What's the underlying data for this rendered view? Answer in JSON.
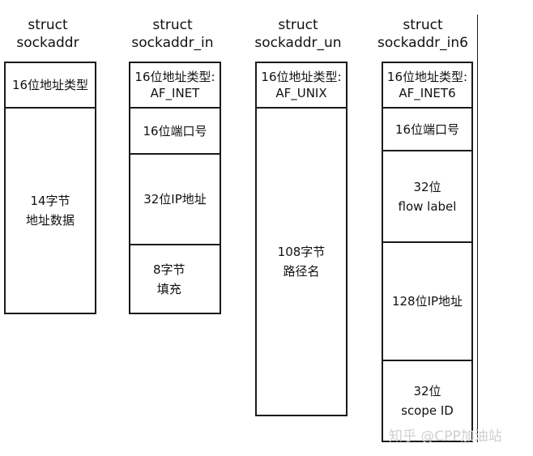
{
  "structs": [
    {
      "title": "struct\nsockaddr",
      "fields": [
        "16位地址类型",
        "14字节\n地址数据"
      ]
    },
    {
      "title": "struct\nsockaddr_in",
      "fields": [
        "16位地址类型:\nAF_INET",
        "16位端口号",
        "32位IP地址",
        "8字节\n填充"
      ]
    },
    {
      "title": "struct\nsockaddr_un",
      "fields": [
        "16位地址类型:\nAF_UNIX",
        "108字节\n路径名"
      ]
    },
    {
      "title": "struct\nsockaddr_in6",
      "fields": [
        "16位地址类型:\nAF_INET6",
        "16位端口号",
        "32位\nflow label",
        "128位IP地址",
        "32位\nscope ID"
      ]
    }
  ],
  "watermark": "知乎 @CPP加油站"
}
